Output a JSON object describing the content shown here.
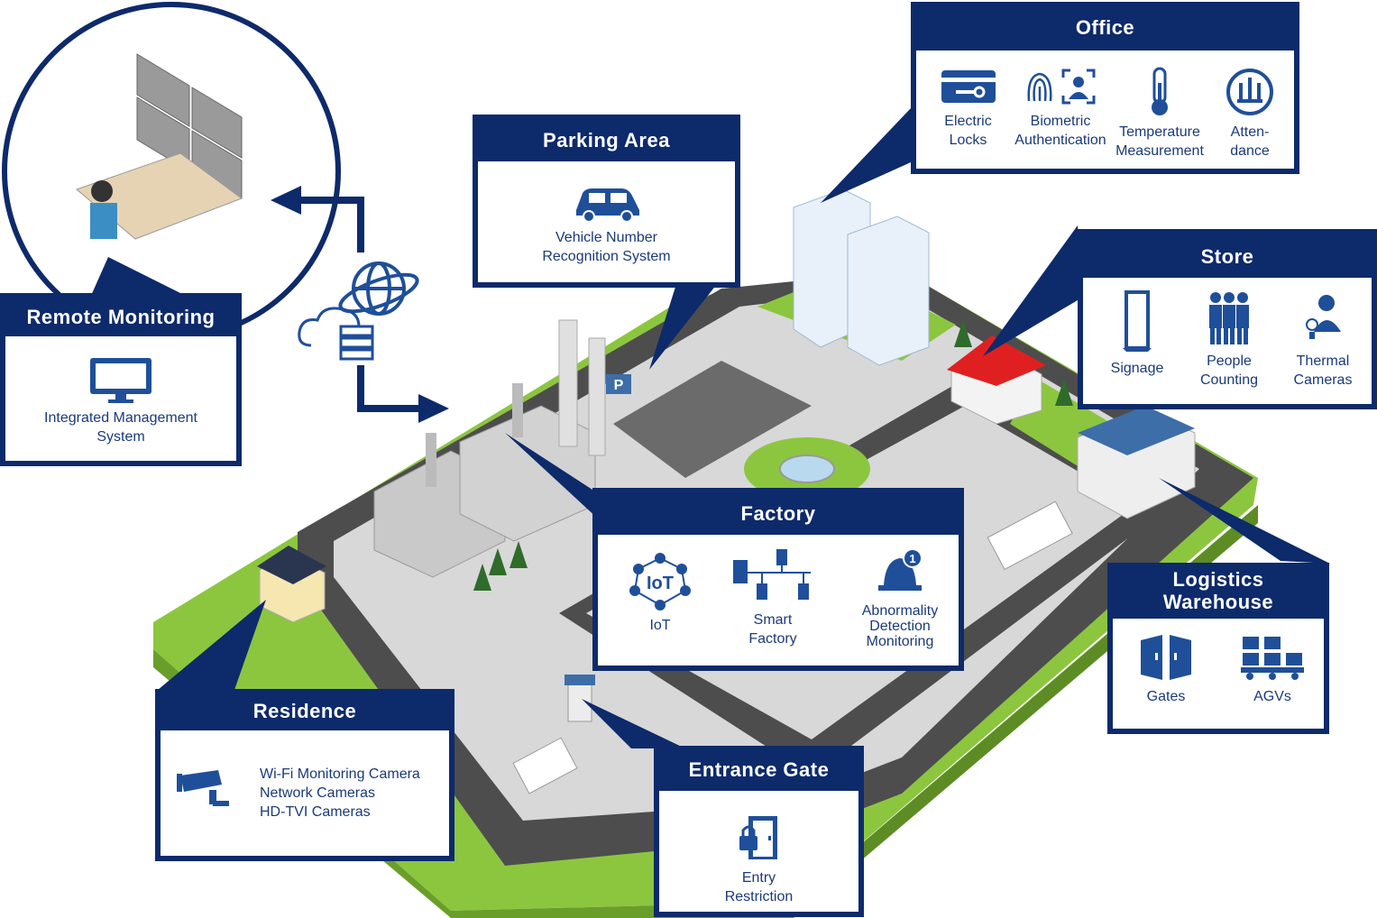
{
  "remote": {
    "title": "Remote Monitoring",
    "items": [
      {
        "label": "Integrated Management\nSystem"
      }
    ]
  },
  "parking": {
    "title": "Parking Area",
    "items": [
      {
        "label": "Vehicle Number\nRecognition System"
      }
    ]
  },
  "office": {
    "title": "Office",
    "items": [
      {
        "label": "Electric\nLocks"
      },
      {
        "label": "Biometric\nAuthentication"
      },
      {
        "label": "Temperature\nMeasurement"
      },
      {
        "label": "Atten-\ndance"
      }
    ]
  },
  "store": {
    "title": "Store",
    "items": [
      {
        "label": "Signage"
      },
      {
        "label": "People\nCounting"
      },
      {
        "label": "Thermal\nCameras"
      }
    ]
  },
  "factory": {
    "title": "Factory",
    "items": [
      {
        "label": "IoT",
        "icon_text": "IoT"
      },
      {
        "label": "Smart\nFactory"
      },
      {
        "label": "Abnormality\nDetection\nMonitoring"
      }
    ]
  },
  "logistics": {
    "title": "Logistics\nWarehouse",
    "items": [
      {
        "label": "Gates"
      },
      {
        "label": "AGVs"
      }
    ]
  },
  "residence": {
    "title": "Residence",
    "items": [
      {
        "label": "Wi-Fi Monitoring Camera"
      },
      {
        "label": "Network Cameras"
      },
      {
        "label": "HD-TVI Cameras"
      }
    ]
  },
  "entrance": {
    "title": "Entrance Gate",
    "items": [
      {
        "label": "Entry\nRestriction"
      }
    ]
  },
  "parking_sign": "P",
  "colors": {
    "navy": "#0d2a6b",
    "icon": "#1f4f99",
    "grass": "#8cc63f",
    "road": "#555555",
    "pavement": "#d4d4d4"
  }
}
